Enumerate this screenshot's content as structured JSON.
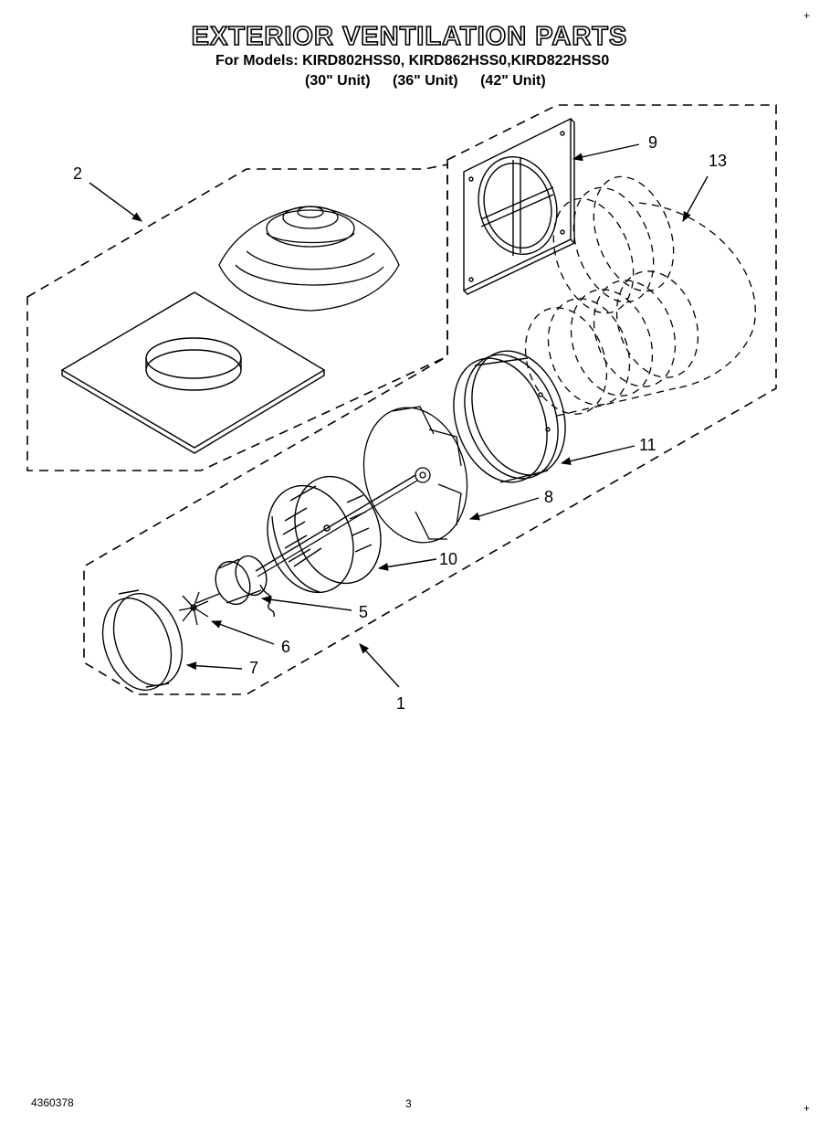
{
  "title": "EXTERIOR VENTILATION PARTS",
  "models_line": "For Models: KIRD802HSS0, KIRD862HSS0,KIRD822HSS0",
  "units": [
    "(30\" Unit)",
    "(36\" Unit)",
    "(42\" Unit)"
  ],
  "callouts": {
    "c1": "1",
    "c2": "2",
    "c5": "5",
    "c6": "6",
    "c7": "7",
    "c8": "8",
    "c9": "9",
    "c10": "10",
    "c11": "11",
    "c13": "13"
  },
  "footer": {
    "part_number": "4360378",
    "page": "3"
  },
  "colors": {
    "line": "#000000",
    "background": "#ffffff"
  }
}
